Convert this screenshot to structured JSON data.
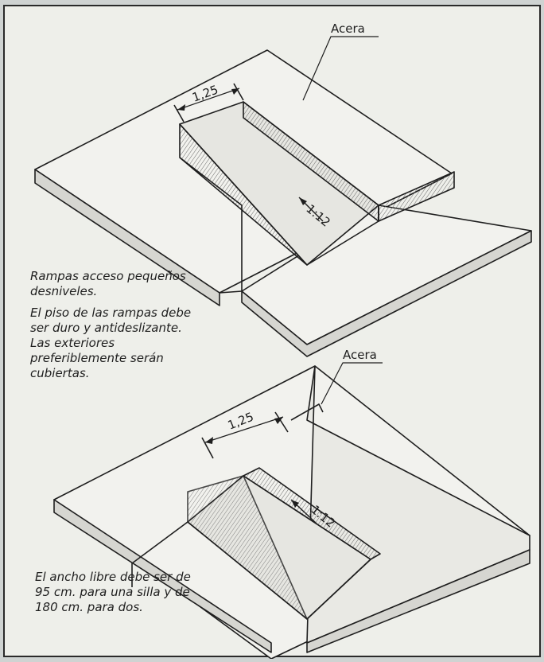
{
  "figure_top": {
    "label_sidewalk": "Acera",
    "width_dim": "1,25",
    "slope": "1:12"
  },
  "figure_bottom": {
    "label_sidewalk": "Acera",
    "width_dim": "1,25",
    "slope": "1:12"
  },
  "caption_top": {
    "title": "Rampas acceso pequeños desniveles.",
    "body": "El piso de las rampas debe ser duro y antideslizante. Las exteriores preferiblemente serán cubiertas."
  },
  "caption_bottom": {
    "body": "El ancho libre debe ser de 95 cm. para una silla y de 180 cm. para dos."
  },
  "colors": {
    "ink": "#1e1e1e",
    "paper": "#eeefea",
    "shade": "#cfd1cc"
  }
}
